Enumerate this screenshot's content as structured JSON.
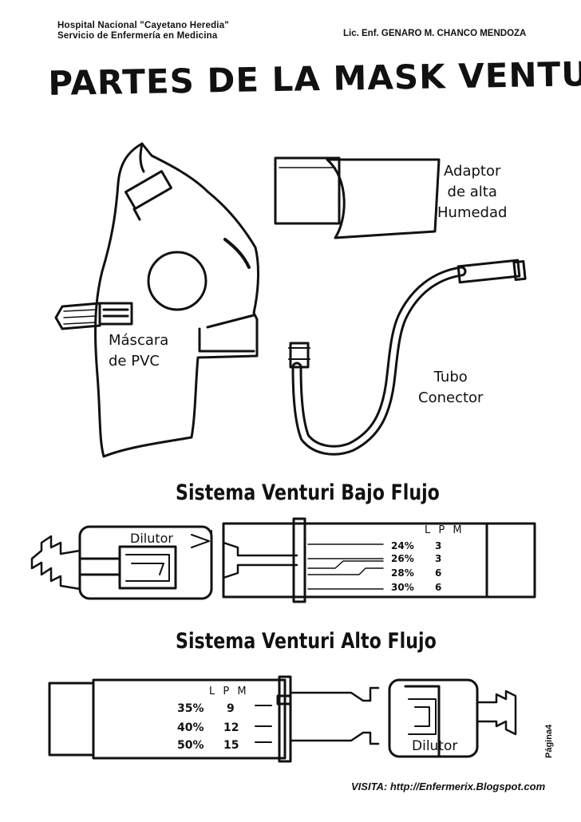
{
  "header": {
    "hospital": "Hospital Nacional \"Cayetano Heredia\"",
    "service": "Servicio de Enfermería en Medicina",
    "author": "Lic. Enf. GENARO M. CHANCO MENDOZA"
  },
  "title": "PARTES DE LA MASK VENTURI",
  "parts": {
    "adaptor": [
      "Adaptor",
      "de alta",
      "Humedad"
    ],
    "mask": [
      "Máscara",
      "de PVC"
    ],
    "tube": [
      "Tubo",
      "Conector"
    ]
  },
  "low_flow": {
    "title": "Sistema Venturi Bajo Flujo",
    "dilutor": "Dilutor",
    "unit": "L P M",
    "rows": [
      {
        "pct": "24%",
        "lpm": "3"
      },
      {
        "pct": "26%",
        "lpm": "3"
      },
      {
        "pct": "28%",
        "lpm": "6"
      },
      {
        "pct": "30%",
        "lpm": "6"
      }
    ]
  },
  "high_flow": {
    "title": "Sistema Venturi Alto Flujo",
    "dilutor": "Dilutor",
    "unit": "L P M",
    "rows": [
      {
        "pct": "35%",
        "lpm": "9"
      },
      {
        "pct": "40%",
        "lpm": "12"
      },
      {
        "pct": "50%",
        "lpm": "15"
      }
    ]
  },
  "footer": "VISITA: http://Enfermerix.Blogspot.com",
  "page": "Página4"
}
